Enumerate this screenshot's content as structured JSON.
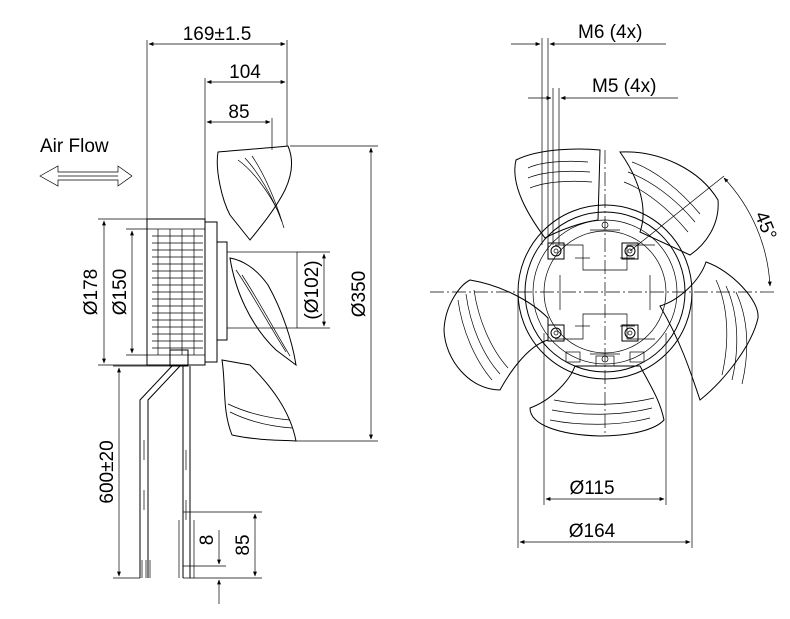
{
  "labels": {
    "length_overall": "169±1.5",
    "length_104": "104",
    "length_85": "85",
    "air_flow": "Air Flow",
    "dia_178": "Ø178",
    "dia_150": "Ø150",
    "dia_102": "(Ø102)",
    "dia_350": "Ø350",
    "cable_length": "600±20",
    "strip_8": "8",
    "strip_85": "85",
    "thread_m6": "M6 (4x)",
    "thread_m5": "M5 (4x)",
    "angle_45": "45°",
    "dia_115": "Ø115",
    "dia_164": "Ø164"
  },
  "colors": {
    "line": "#000000",
    "background": "#ffffff"
  }
}
